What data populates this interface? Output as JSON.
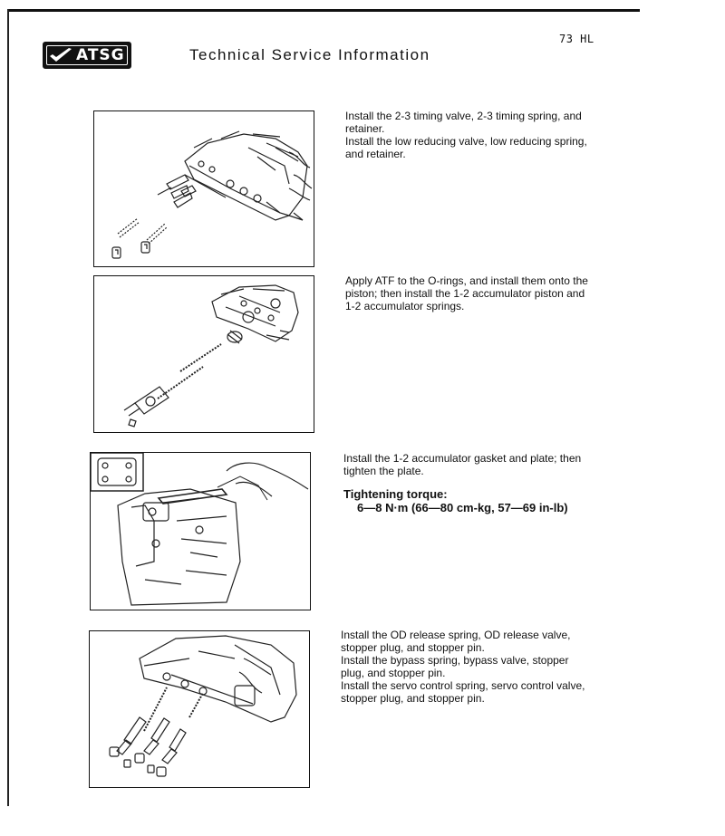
{
  "header": {
    "logo_text": "ATSG",
    "title": "Technical Service Information",
    "page_number": "73 HL"
  },
  "steps": [
    {
      "lines": [
        "Install the 2-3 timing valve, 2-3 timing spring, and retainer.",
        "Install the low reducing valve, low reducing spring, and retainer."
      ]
    },
    {
      "lines": [
        "Apply ATF to the O-rings, and install them onto the piston; then install the 1-2 accumulator piston and 1-2 accumulator springs."
      ]
    },
    {
      "lines": [
        "Install the 1-2 accumulator gasket and plate; then tighten the plate."
      ],
      "torque_label": "Tightening torque:",
      "torque_value": "6—8 N·m (66—80 cm-kg, 57—69 in-lb)"
    },
    {
      "lines": [
        "Install the OD release spring, OD release valve, stopper plug, and stopper pin.",
        "Install the bypass spring, bypass valve, stopper plug, and stopper pin.",
        "Install the servo control spring, servo control valve, stopper plug, and stopper pin."
      ]
    }
  ]
}
